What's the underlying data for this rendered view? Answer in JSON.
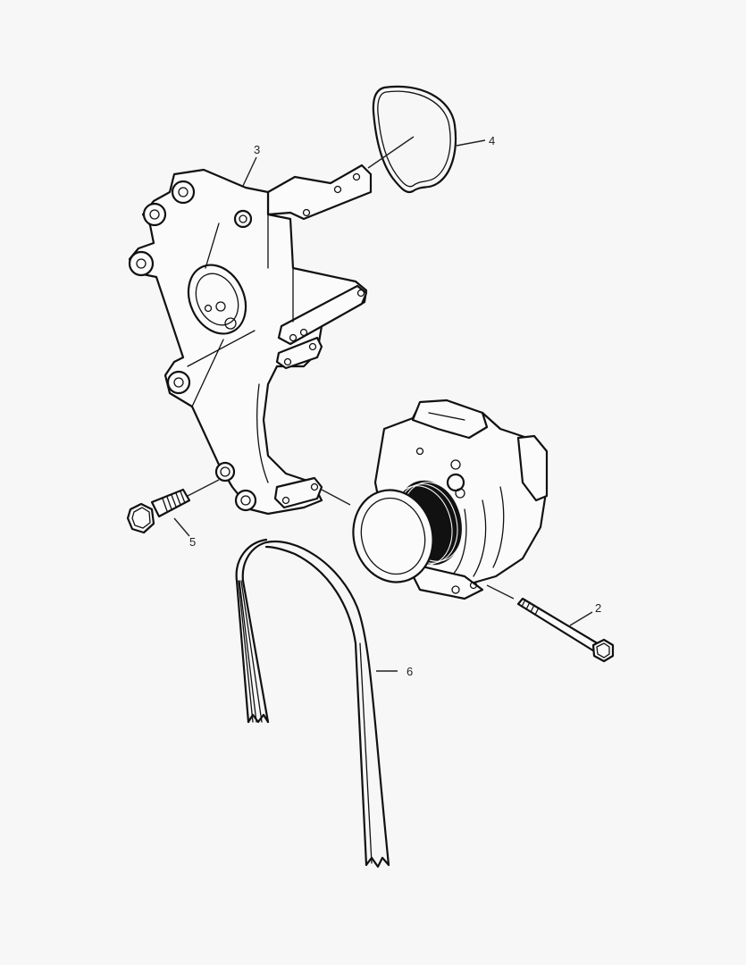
{
  "diagram": {
    "type": "exploded-parts-view",
    "background": "#f7f7f7",
    "line_color": "#111111",
    "callouts": [
      {
        "id": "2",
        "label": "2",
        "part": "alternator-mounting-bolt-long"
      },
      {
        "id": "3",
        "label": "3",
        "part": "alternator-mounting-bracket"
      },
      {
        "id": "4",
        "label": "4",
        "part": "o-ring-seal"
      },
      {
        "id": "5",
        "label": "5",
        "part": "bracket-bolt-short"
      },
      {
        "id": "6",
        "label": "6",
        "part": "poly-v-drive-belt"
      }
    ],
    "components": [
      "alternator",
      "pulley"
    ]
  }
}
